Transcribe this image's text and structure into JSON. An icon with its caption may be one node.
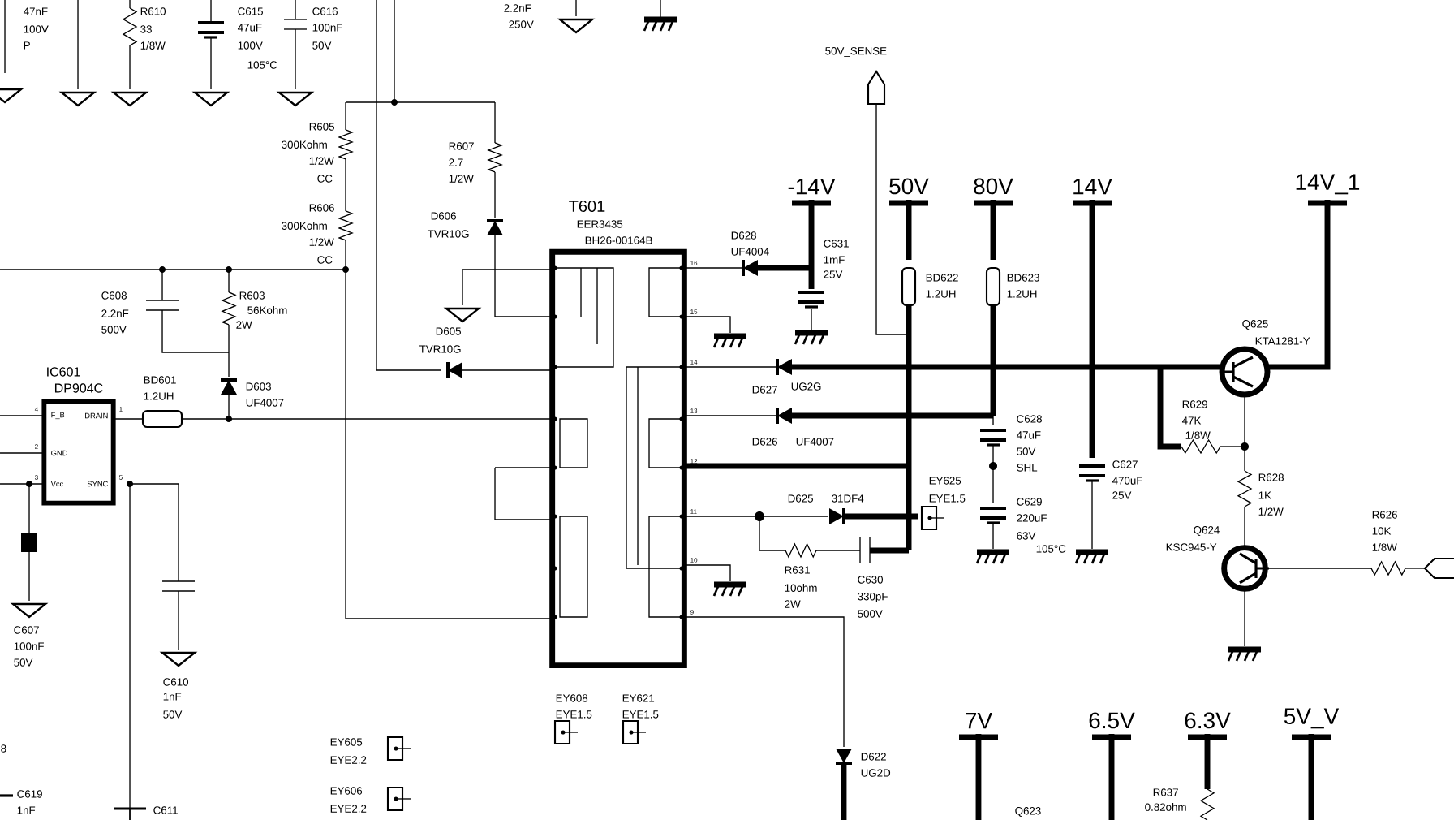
{
  "diagram": {
    "nodes": [
      {
        "text": [
          "IC601",
          "DP904C",
          "F_B",
          "DRAIN",
          "GND",
          "Vcc",
          "SYNC"
        ]
      },
      {
        "text": [
          "T601",
          "EER3435",
          "BH26-00164B"
        ]
      }
    ],
    "labels": [
      "47nF",
      "100V",
      "P",
      "R610",
      "33",
      "1/8W",
      "C615",
      "47uF",
      "100V",
      "105°C",
      "C616",
      "100nF",
      "50V",
      "2.2nF",
      "250V",
      "R605",
      "300Kohm",
      "1/2W",
      "CC",
      "R606",
      "300Kohm",
      "1/2W",
      "CC",
      "R607",
      "2.7",
      "1/2W",
      "D606",
      "TVR10G",
      "C608",
      "2.2nF",
      "500V",
      "R603",
      "56Kohm",
      "2W",
      "D605",
      "TVR10G",
      "BD601",
      "1.2UH",
      "D603",
      "UF4007",
      "4",
      "2",
      "3",
      "1",
      "5",
      "C607",
      "100nF",
      "50V",
      "C610",
      "1nF",
      "50V",
      "8",
      "C619",
      "1nF",
      "C611",
      "EY605",
      "EYE2.2",
      "EY606",
      "EYE2.2",
      "EY608",
      "EYE1.5",
      "EY621",
      "EYE1.5",
      "50V_SENSE",
      "-14V",
      "50V",
      "80V",
      "14V",
      "14V_1",
      "16",
      "15",
      "14",
      "13",
      "12",
      "11",
      "10",
      "9",
      "D628",
      "UF4004",
      "C631",
      "1mF",
      "25V",
      "BD622",
      "1.2UH",
      "BD623",
      "1.2UH",
      "Q625",
      "KTA1281-Y",
      "D627",
      "UG2G",
      "R629",
      "47K",
      "1/8W",
      "C628",
      "47uF",
      "50V",
      "SHL",
      "D626",
      "UF4007",
      "C627",
      "470uF",
      "25V",
      "EY625",
      "D625",
      "31DF4",
      "EYE1.5",
      "C629",
      "220uF",
      "63V",
      "105°C",
      "R628",
      "1K",
      "1/2W",
      "R626",
      "10K",
      "1/8W",
      "Q624",
      "KSC945-Y",
      "R631",
      "10ohm",
      "2W",
      "C630",
      "330pF",
      "500V",
      "D622",
      "UG2D",
      "7V",
      "6.5V",
      "6.3V",
      "5V_V",
      "Q623",
      "R637",
      "0.82ohm"
    ]
  }
}
